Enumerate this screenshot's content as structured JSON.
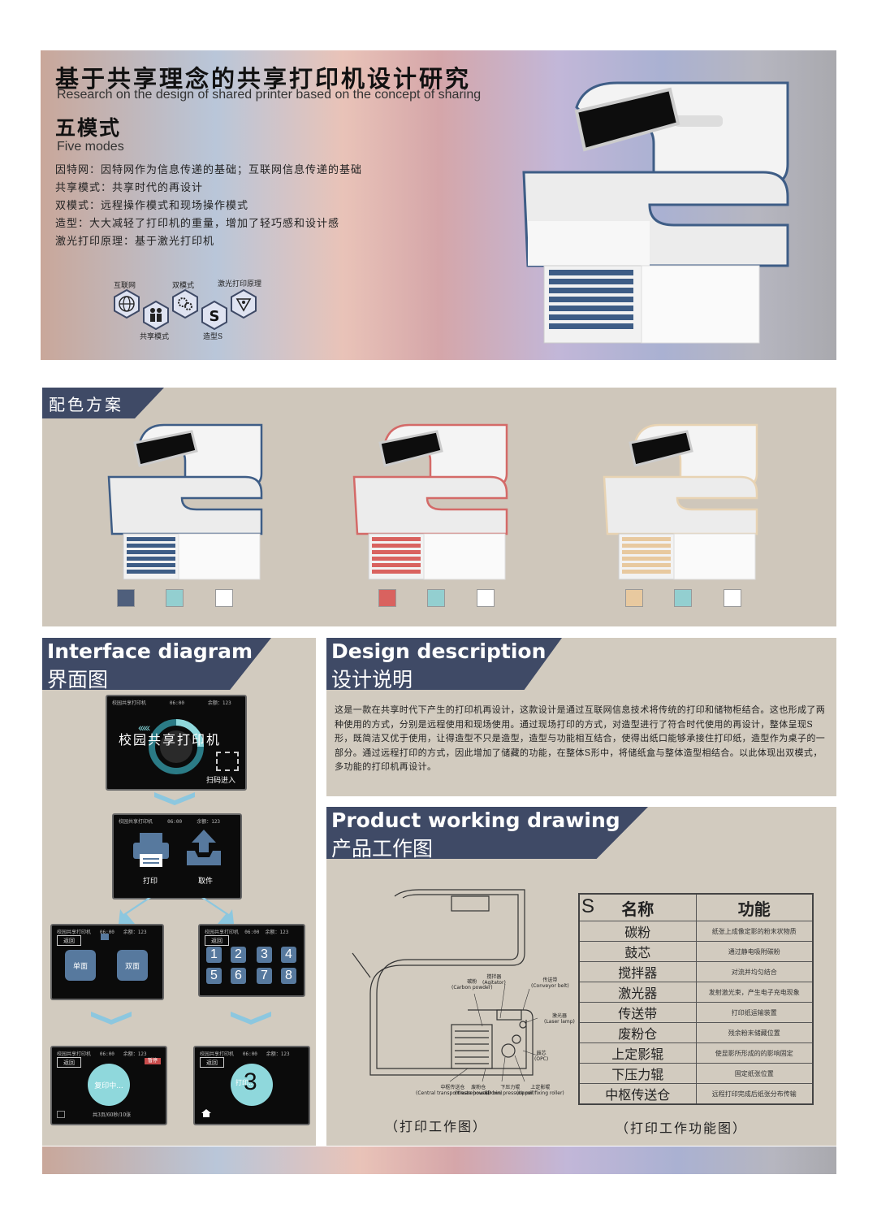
{
  "hero": {
    "title": "基于共享理念的共享打印机设计研究",
    "subtitle": "Research on the design of shared printer based on the concept of sharing",
    "modes_title": "五模式",
    "modes_subtitle": "Five modes",
    "modes": [
      "因特网：因特网作为信息传递的基础；互联网信息传递的基础",
      "共享模式：共享时代的再设计",
      "双模式：远程操作模式和现场操作模式",
      "造型：大大减轻了打印机的重量，增加了轻巧感和设计感",
      "激光打印原理：基于激光打印机"
    ],
    "icon_labels": {
      "internet": "互联网",
      "share": "共享模式",
      "dual": "双模式",
      "shape": "造型S",
      "laser": "激光打印原理"
    },
    "shape_letter": "S"
  },
  "schemes": {
    "title": "配色方案",
    "variants": [
      {
        "accent": "#3e5d86",
        "swatches": [
          "#4f5f7c",
          "#93cfd0",
          "#ffffff"
        ]
      },
      {
        "accent": "#d46a68",
        "swatches": [
          "#d9625f",
          "#93cfd0",
          "#ffffff"
        ]
      },
      {
        "accent": "#e8d3b3",
        "swatches": [
          "#e8c99f",
          "#93cfd0",
          "#ffffff"
        ]
      }
    ]
  },
  "interface": {
    "title_en": "Interface diagram",
    "title_cn": "界面图",
    "topbar": {
      "name": "校园共享打印机",
      "time": "06:00",
      "balance": "余额：123"
    },
    "splash": {
      "title": "校园共享打印机",
      "scan": "扫码进入"
    },
    "menu": {
      "print": "打印",
      "pickup": "取件"
    },
    "back": "返回",
    "sides": {
      "single": "单面",
      "double": "双面"
    },
    "keys": [
      "1",
      "2",
      "3",
      "4",
      "5",
      "6",
      "7",
      "8"
    ],
    "printing": {
      "label": "复印中...",
      "cancel": "暂停",
      "progress": "共3页/60秒/10张"
    },
    "countdown": {
      "label": "打印...",
      "number": "3"
    }
  },
  "design": {
    "title_en": "Design description",
    "title_cn": "设计说明",
    "text": "这是一款在共享时代下产生的打印机再设计，这款设计是通过互联网信息技术将传统的打印和储物柜结合。这也形成了两种使用的方式，分别是远程使用和现场使用。通过现场打印的方式，对造型进行了符合时代使用的再设计，整体呈现S形，既简洁又优于使用，让得造型不只是造型，造型与功能相互结合，使得出纸口能够承接住打印纸，造型作为桌子的一部分。通过远程打印的方式，因此增加了储藏的功能，在整体S形中，将储纸盒与整体造型相结合。以此体现出双模式，多功能的打印机再设计。"
  },
  "working": {
    "title_en": "Product working drawing",
    "title_cn": "产品工作图",
    "caption_left": "（打印工作图）",
    "caption_right": "（打印工作功能图）",
    "table_header": {
      "s": "S",
      "name": "名称",
      "func": "功能"
    },
    "rows": [
      {
        "name": "碳粉",
        "func": "纸张上成像定影的粉末状物质"
      },
      {
        "name": "鼓芯",
        "func": "通过静电吸附碳粉"
      },
      {
        "name": "搅拌器",
        "func": "对流并均匀结合"
      },
      {
        "name": "激光器",
        "func": "发射激光束，产生电子充电现象"
      },
      {
        "name": "传送带",
        "func": "打印纸运输装置"
      },
      {
        "name": "废粉仓",
        "func": "残余粉末储藏位置"
      },
      {
        "name": "上定影辊",
        "func": "使显影所形成的的影响固定"
      },
      {
        "name": "下压力辊",
        "func": "固定纸张位置"
      },
      {
        "name": "中枢传送仓",
        "func": "远程打印完成后纸张分布传输"
      }
    ],
    "diagram_labels": {
      "toner": "碳粉",
      "toner_en": "(Carbon powder)",
      "agitator": "搅拌器",
      "agitator_en": "(Agitator)",
      "belt": "传送带",
      "belt_en": "(Conveyor belt)",
      "laser": "激光器",
      "laser_en": "(Laser lamp)",
      "drum": "鼓芯",
      "drum_en": "(OPC)",
      "central": "中枢传送仓",
      "central_en": "(Central transport warehouse)",
      "waste": "废粉仓",
      "waste_en": "(Waste powder bin)",
      "lower": "下压力辊",
      "lower_en": "(Down pressure roll)",
      "upper": "上定影辊",
      "upper_en": "(Upper fixing roller)"
    }
  }
}
